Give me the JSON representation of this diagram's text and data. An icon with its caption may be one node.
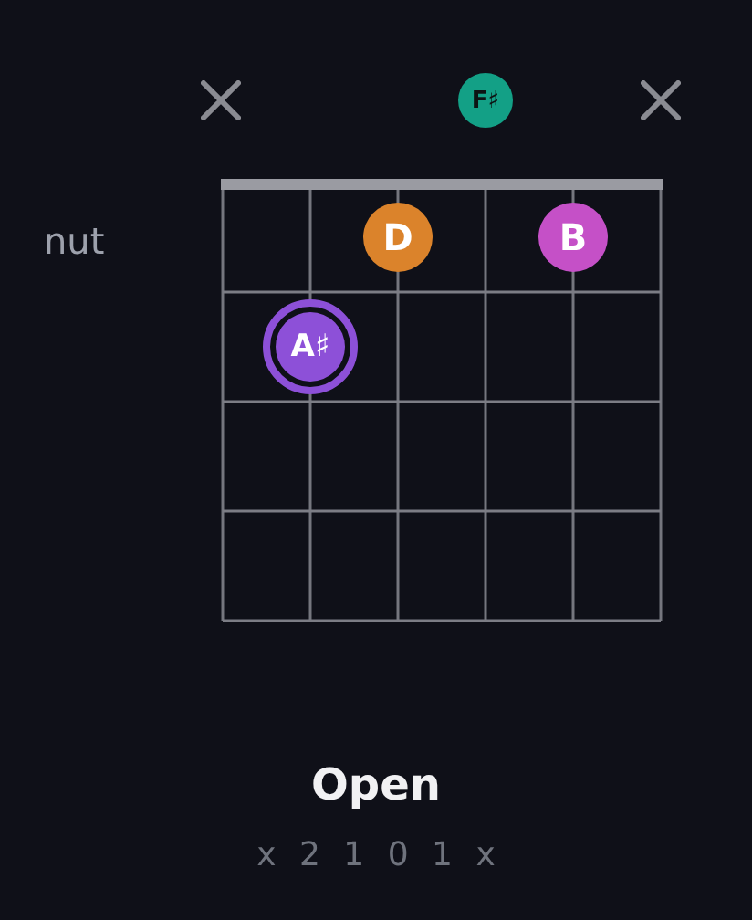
{
  "diagram": {
    "title": "Open",
    "nodes": [
      {
        "text": [
          "F♯"
        ]
      },
      {
        "text": [
          "D"
        ]
      },
      {
        "text": [
          "B"
        ]
      },
      {
        "text": [
          "A♯"
        ]
      }
    ],
    "labels": [
      "nut",
      "x 2 1 0 1 x"
    ]
  }
}
